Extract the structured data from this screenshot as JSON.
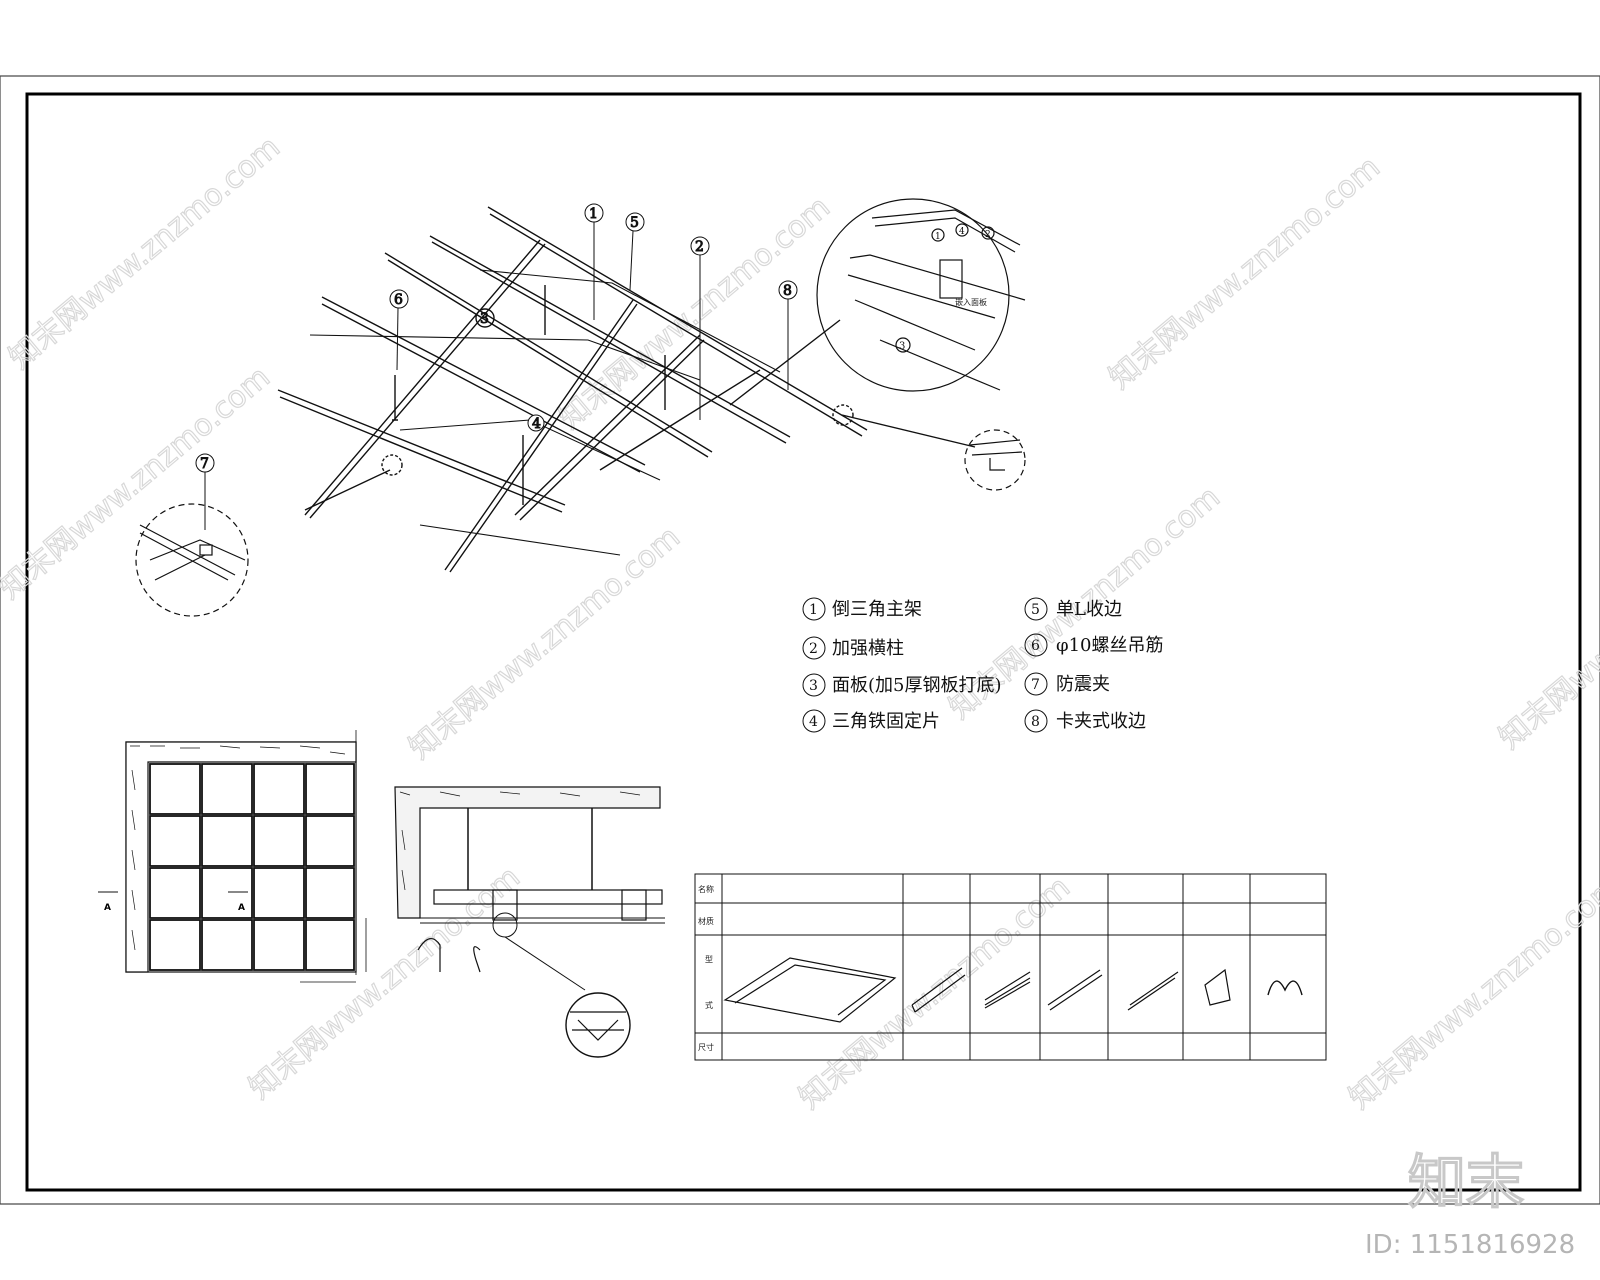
{
  "legend": [
    {
      "num": "1",
      "text": "倒三角主架"
    },
    {
      "num": "2",
      "text": "加强横柱"
    },
    {
      "num": "3",
      "text": "面板(加5厚钢板打底)"
    },
    {
      "num": "4",
      "text": "三角铁固定片"
    },
    {
      "num": "5",
      "text": "单L收边"
    },
    {
      "num": "6",
      "text": "φ10螺丝吊筋"
    },
    {
      "num": "7",
      "text": "防震夹"
    },
    {
      "num": "8",
      "text": "卡夹式收边"
    }
  ],
  "callouts": {
    "c1": "1",
    "c2": "2",
    "c3": "3",
    "c4": "4",
    "c5": "5",
    "c6": "6",
    "c7": "7",
    "c8": "8",
    "d1": "1",
    "d2": "4",
    "d3": "2",
    "d4": "3"
  },
  "detail_note": "嵌入面板",
  "plan_marks": {
    "a_left": "A",
    "a_right": "A"
  },
  "table": {
    "row_name": "名称",
    "row_material": "材质",
    "row_shape_1": "型",
    "row_shape_2": "式",
    "row_size": "尺寸"
  },
  "watermark": "知末网www.znzmo.com",
  "brand_mark": "知末",
  "id_text": "ID: 1151816928"
}
